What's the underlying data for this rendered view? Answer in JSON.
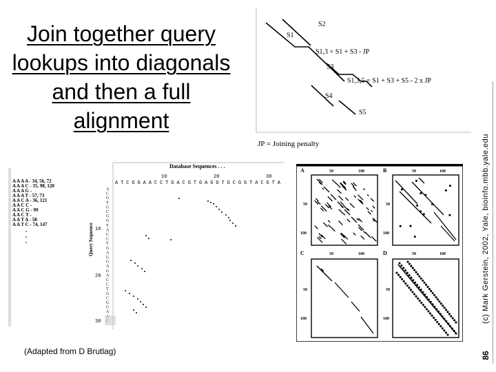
{
  "title": "Join together query lookups into diagonals and then a full alignment",
  "caption": "(Adapted from D Brutlag)",
  "credit": "(c) Mark Gerstein, 2002, Yale, bioinfo.mbb.yale.edu",
  "page_number": "86",
  "diagram": {
    "labels": [
      "S1",
      "S2",
      "S1,3 = S1 + S3 - JP",
      "S3",
      "S1,3,5 = S1 + S3 + S5 - 2 x JP",
      "S4",
      "S5"
    ],
    "footnote": "JP = Joining penalty"
  },
  "lookup": {
    "db_title": "Database Sequences . . .",
    "db_ticks": [
      "10",
      "20",
      "30"
    ],
    "db_sequence": "ATCGGAACCTGACGTGAGGTGCGGTACGTA",
    "query_label": "Query Sequence",
    "query_ticks": [
      "10",
      "20",
      "30"
    ],
    "query_sequence": "ACGTGCGGTACCTGAGGAGACCTGCGGAAC",
    "words": [
      "A A A A - 34, 56, 72",
      "A A A C - 35, 98, 120",
      "A A A G -",
      "A A A T - 57, 73",
      "A A C A - 36, 121",
      "A A C C -",
      "A A C G - 99",
      "A A C T -",
      "A A T A - 58",
      "A A T C - 74, 147"
    ]
  },
  "dotplots": {
    "panels": [
      "A",
      "B",
      "C",
      "D"
    ],
    "ticks_x": [
      "50",
      "100"
    ],
    "ticks_y": [
      "50",
      "100"
    ]
  }
}
